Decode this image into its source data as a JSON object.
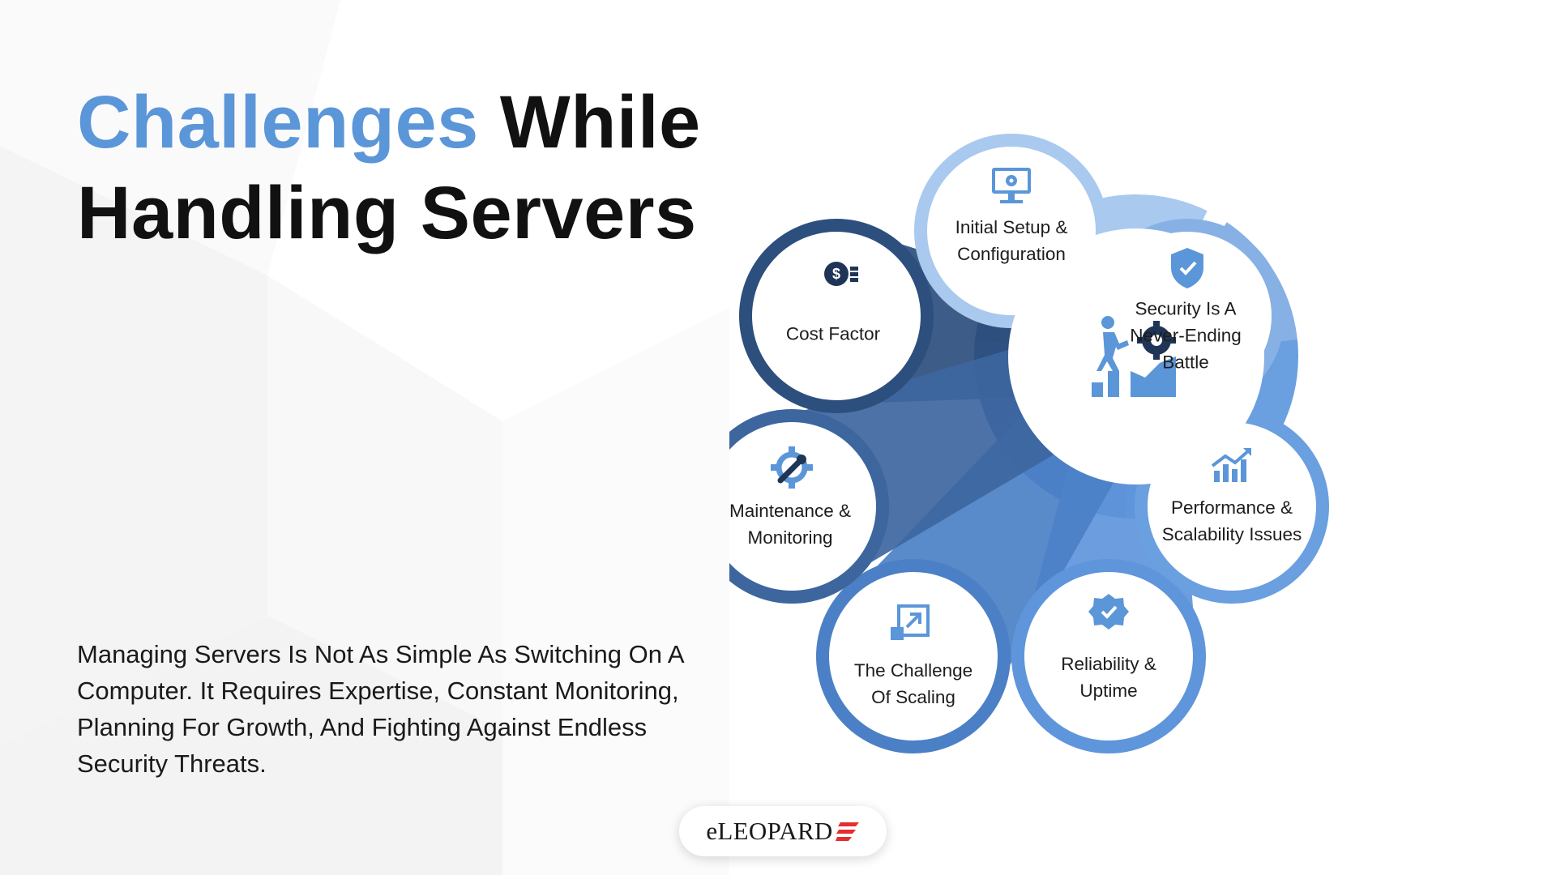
{
  "title": {
    "accent": "Challenges",
    "rest": "While",
    "line2": "Handling Servers"
  },
  "description": "Managing Servers Is Not As Simple As Switching On A Computer. It Requires Expertise, Constant Monitoring, Planning For Growth, And Fighting Against Endless Security Threats.",
  "logo": {
    "text": "eLEOPARD"
  },
  "colors": {
    "accent": "#5b96d8",
    "cost": "#2c4f7e",
    "setup": "#a9c9ef",
    "security": "#87b1e4",
    "performance": "#6a9fe0",
    "reliability": "#5f95db",
    "scaling": "#4b80c6",
    "maintenance": "#3d669f"
  },
  "diagram": {
    "center_icon": "growth-gear-icon",
    "items": [
      {
        "label_lines": [
          "Cost Factor"
        ],
        "icon": "dollar-coins-icon"
      },
      {
        "label_lines": [
          "Initial Setup &",
          "Configuration"
        ],
        "icon": "monitor-gear-icon"
      },
      {
        "label_lines": [
          "Security Is A",
          "Never-Ending",
          "Battle"
        ],
        "icon": "shield-check-icon"
      },
      {
        "label_lines": [
          "Performance &",
          "Scalability Issues"
        ],
        "icon": "growth-chart-icon"
      },
      {
        "label_lines": [
          "Reliability &",
          "Uptime"
        ],
        "icon": "verified-badge-icon"
      },
      {
        "label_lines": [
          "The Challenge",
          "Of Scaling"
        ],
        "icon": "scale-up-icon"
      },
      {
        "label_lines": [
          "Maintenance &",
          "Monitoring"
        ],
        "icon": "wrench-gear-icon"
      }
    ]
  }
}
